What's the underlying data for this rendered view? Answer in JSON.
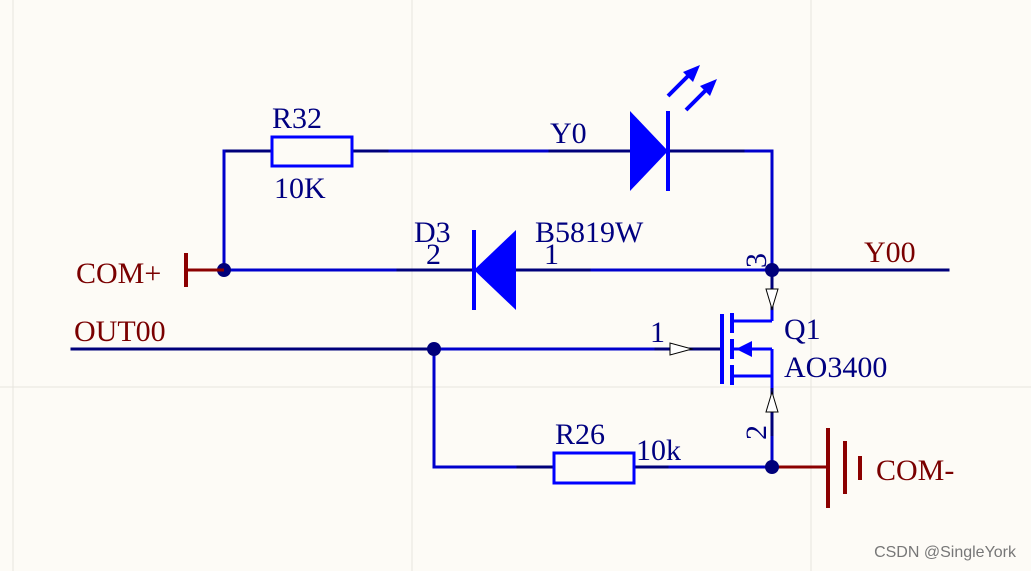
{
  "colors": {
    "background": "#fdfbf6",
    "grid": "#e6e4de",
    "wire": "#0000cc",
    "wire_dark": "#00007a",
    "component": "#0000ff",
    "component_text": "#000080",
    "net_label": "#7a0000",
    "power": "#8b0000",
    "watermark": "#777777"
  },
  "components": {
    "r32": {
      "designator": "R32",
      "value": "10K"
    },
    "r26": {
      "designator": "R26",
      "value": "10k"
    },
    "led": {
      "designator": "Y0"
    },
    "d3": {
      "designator": "D3",
      "value": "B5819W",
      "pin_anode": "2",
      "pin_cathode": "1"
    },
    "q1": {
      "designator": "Q1",
      "value": "AO3400",
      "pin_gate": "1",
      "pin_source": "2",
      "pin_drain": "3"
    }
  },
  "nets": {
    "com_plus": "COM+",
    "com_minus": "COM-",
    "y00": "Y00",
    "out00": "OUT00"
  },
  "watermark": "CSDN @SingleYork"
}
